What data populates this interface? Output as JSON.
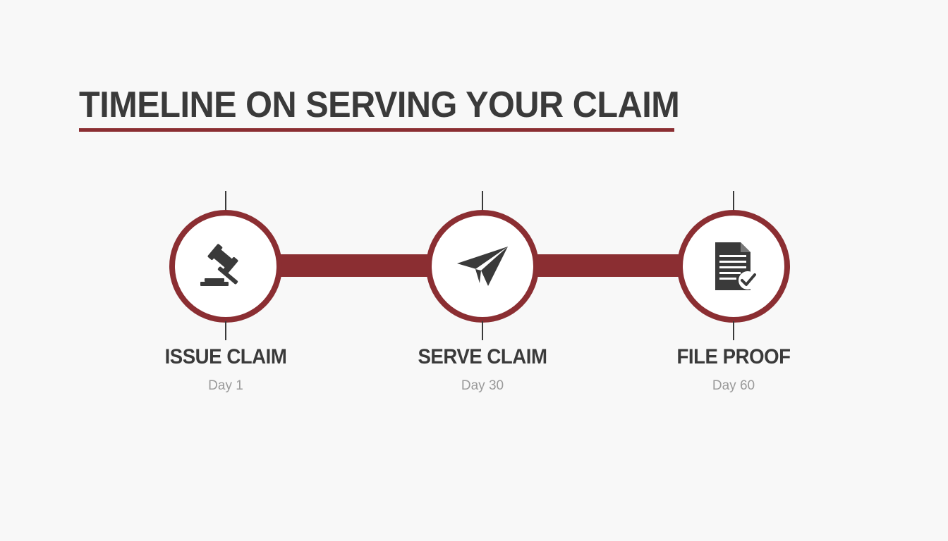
{
  "title": "TIMELINE ON SERVING YOUR CLAIM",
  "colors": {
    "accent": "#8b2e32",
    "text_dark": "#3a3a3a",
    "text_muted": "#9a9a9a",
    "background": "#f8f8f8"
  },
  "steps": [
    {
      "label": "ISSUE CLAIM",
      "day": "Day 1",
      "icon": "gavel-icon"
    },
    {
      "label": "SERVE CLAIM",
      "day": "Day 30",
      "icon": "paper-plane-icon"
    },
    {
      "label": "FILE PROOF",
      "day": "Day 60",
      "icon": "document-check-icon"
    }
  ]
}
